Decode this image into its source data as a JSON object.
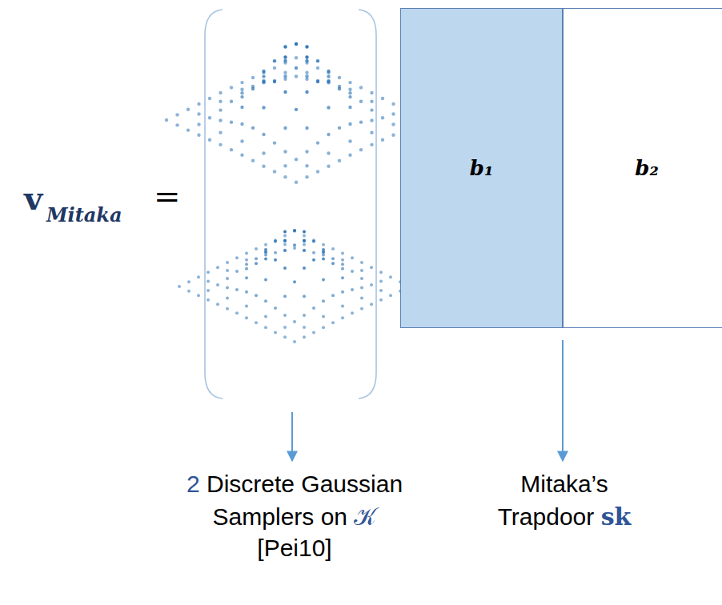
{
  "diagram": {
    "nodes": [
      {
        "text": [
          "b₁"
        ]
      },
      {
        "text": [
          "b₂"
        ]
      }
    ],
    "labels": [
      "v",
      "Mitaka",
      "=",
      "2",
      "Discrete Gaussian",
      "Samplers on",
      "𝒦",
      "[Pei10]",
      "Mitaka’s",
      "Trapdoor",
      "sk"
    ]
  }
}
